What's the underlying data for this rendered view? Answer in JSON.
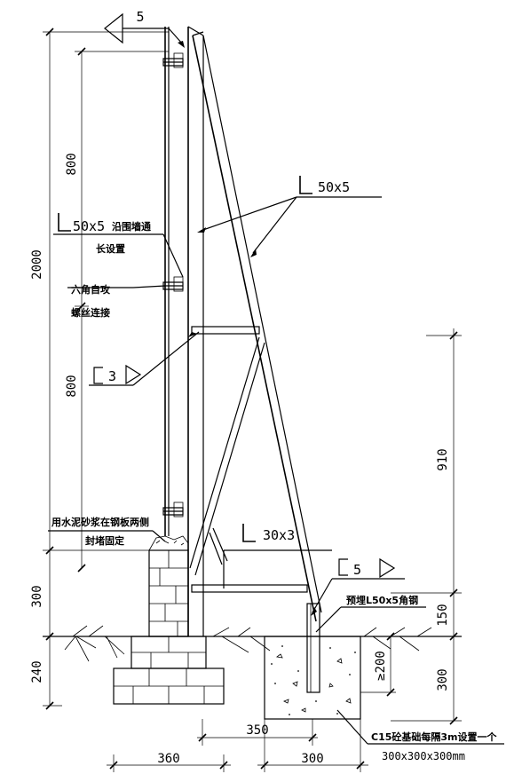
{
  "labels": {
    "weld_top": "5",
    "angle_main": "50x5",
    "angle_wall_size": "50x5",
    "angle_wall_note1": "沿围墙通",
    "angle_wall_note2": "长设置",
    "screw_note1": "六角自攻",
    "screw_note2": "螺丝连接",
    "weld_mid": "3",
    "angle_brace": "30x3",
    "weld_low": "5",
    "mortar_note1": "用水泥砂浆在钢板两侧",
    "mortar_note2": "封堵固定",
    "embed_note": "预埋L50x5角钢",
    "found_note1": "C15砼基础每隔3m设置一个",
    "found_note2": "300x300x300mm"
  },
  "dims": {
    "d2000": "2000",
    "d800a": "800",
    "d800b": "800",
    "d300l": "300",
    "d240": "240",
    "d910": "910",
    "d150": "150",
    "d300r": "300",
    "d200": "≥200",
    "d350": "350",
    "d360": "360",
    "d300b": "300"
  }
}
